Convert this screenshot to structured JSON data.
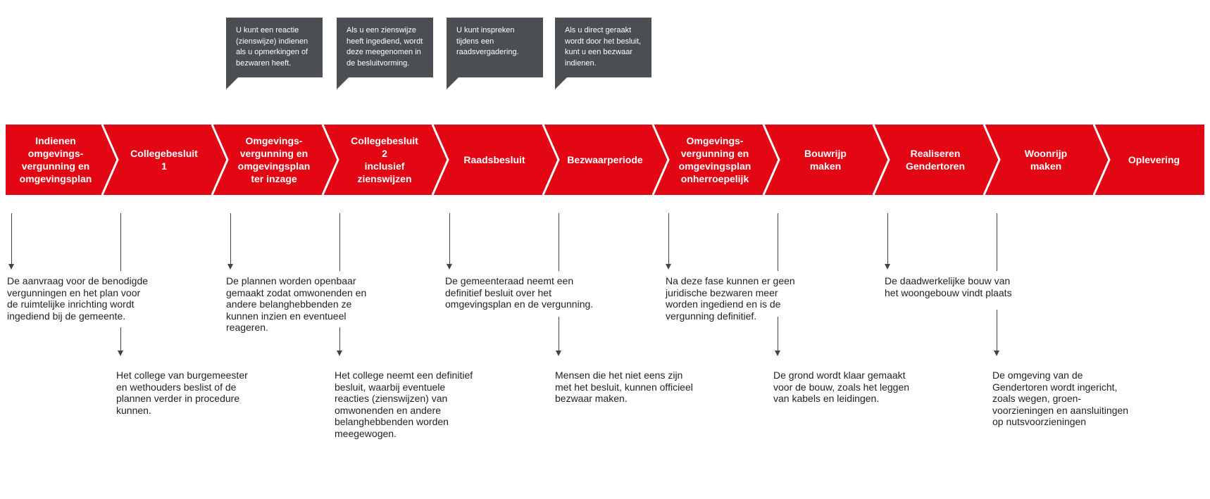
{
  "callouts": [
    {
      "text": "U kunt een reactie (zienswijze) indienen als u opmerkingen of bezwaren heeft."
    },
    {
      "text": "Als u een zienswijze heeft ingediend, wordt deze meegenomen in de besluitvorming."
    },
    {
      "text": "U kunt inspreken tijdens een raadsvergadering."
    },
    {
      "text": "Als u direct geraakt wordt door het besluit, kunt u een bezwaar indienen."
    }
  ],
  "steps": [
    {
      "label": "Indienen\nomgevings-\nvergunning en\nomgevingsplan"
    },
    {
      "label": "Collegebesluit\n1"
    },
    {
      "label": "Omgevings-\nvergunning en\nomgevingsplan\nter inzage"
    },
    {
      "label": "Collegebesluit\n2\ninclusief\nzienswijzen"
    },
    {
      "label": "Raadsbesluit"
    },
    {
      "label": "Bezwaarperiode"
    },
    {
      "label": "Omgevings-\nvergunning en\nomgevingsplan\nonherroepelijk"
    },
    {
      "label": "Bouwrijp\nmaken"
    },
    {
      "label": "Realiseren\nGendertoren"
    },
    {
      "label": "Woonrijp\nmaken"
    },
    {
      "label": "Oplevering"
    }
  ],
  "descriptions": [
    {
      "text": "De aanvraag voor de benodigde vergunningen en het plan voor de ruimtelijke inrichting wordt ingediend bij de gemeente."
    },
    {
      "text": "Het college van burgemeester en wethouders beslist of de plannen verder in procedure kunnen."
    },
    {
      "text": "De plannen worden openbaar gemaakt zodat omwonenden en andere belanghebbenden ze kunnen inzien en eventueel reageren."
    },
    {
      "text": "Het college neemt een definitief besluit, waarbij eventuele reacties (zienswijzen) van omwonenden en andere belanghebbenden worden meegewogen."
    },
    {
      "text": "De gemeenteraad neemt een definitief besluit over het omgevingsplan en de vergunning."
    },
    {
      "text": "Mensen die het niet eens zijn met het besluit, kunnen officieel bezwaar maken."
    },
    {
      "text": "Na deze fase kunnen er geen juridische bezwaren meer worden ingediend en is de vergunning definitief."
    },
    {
      "text": "De grond wordt klaar gemaakt voor de bouw, zoals het leggen van kabels en leidingen."
    },
    {
      "text": "De daadwerkelijke bouw van het woongebouw vindt plaats"
    },
    {
      "text": "De omgeving van de Gendertoren wordt ingericht, zoals wegen, groen-voorzieningen en aansluitingen op nutsvoorzieningen"
    }
  ],
  "colors": {
    "bar": "#e30613",
    "callout": "#4b4e52",
    "line": "#444444"
  }
}
